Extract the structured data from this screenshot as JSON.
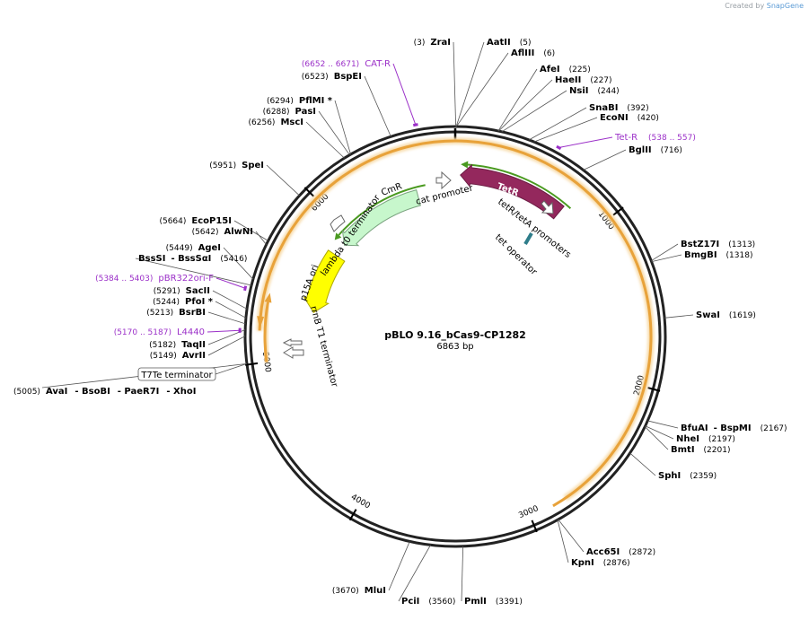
{
  "credit": {
    "prefix": "Created by",
    "brand": "SnapGene"
  },
  "plasmid": {
    "name": "pBLO 9.16_bCas9-CP1282",
    "length_label": "6863 bp",
    "length": 6863
  },
  "ticks": [
    "1000",
    "2000",
    "3000",
    "4000",
    "5000",
    "6000"
  ],
  "sites": [
    {
      "name": "ZraI",
      "pos": "(3)"
    },
    {
      "name": "AatII",
      "pos": "(5)"
    },
    {
      "name": "AflIII",
      "pos": "(6)"
    },
    {
      "name": "AfeI",
      "pos": "(225)"
    },
    {
      "name": "HaeII",
      "pos": "(227)"
    },
    {
      "name": "NsiI",
      "pos": "(244)"
    },
    {
      "name": "SnaBI",
      "pos": "(392)"
    },
    {
      "name": "EcoNI",
      "pos": "(420)"
    },
    {
      "name": "BglII",
      "pos": "(716)"
    },
    {
      "name": "BstZ17I",
      "pos": "(1313)"
    },
    {
      "name": "BmgBI",
      "pos": "(1318)"
    },
    {
      "name": "SwaI",
      "pos": "(1619)"
    },
    {
      "name": "BfuAI",
      "name2": "BspMI",
      "pos": "(2167)"
    },
    {
      "name": "NheI",
      "pos": "(2197)"
    },
    {
      "name": "BmtI",
      "pos": "(2201)"
    },
    {
      "name": "SphI",
      "pos": "(2359)"
    },
    {
      "name": "Acc65I",
      "pos": "(2872)"
    },
    {
      "name": "KpnI",
      "pos": "(2876)"
    },
    {
      "name": "PmlI",
      "pos": "(3391)"
    },
    {
      "name": "PciI",
      "pos": "(3560)"
    },
    {
      "name": "MluI",
      "pos": "(3670)"
    },
    {
      "name": "AvaI",
      "name2": "BsoBI",
      "name3": "PaeR7I",
      "name4": "XhoI",
      "pos": "(5005)"
    },
    {
      "name": "AvrII",
      "pos": "(5149)"
    },
    {
      "name": "TaqII",
      "pos": "(5182)"
    },
    {
      "name": "BsrBI",
      "pos": "(5213)"
    },
    {
      "name": "PfoI *",
      "pos": "(5244)"
    },
    {
      "name": "SacII",
      "pos": "(5291)"
    },
    {
      "name": "BssSI",
      "name2": "BssSαI",
      "pos": "(5416)"
    },
    {
      "name": "AgeI",
      "pos": "(5449)"
    },
    {
      "name": "AlwNI",
      "pos": "(5642)"
    },
    {
      "name": "EcoP15I",
      "pos": "(5664)"
    },
    {
      "name": "SpeI",
      "pos": "(5951)"
    },
    {
      "name": "MscI",
      "pos": "(6256)"
    },
    {
      "name": "PasI",
      "pos": "(6288)"
    },
    {
      "name": "PflMI *",
      "pos": "(6294)"
    },
    {
      "name": "BspEI",
      "pos": "(6523)"
    }
  ],
  "primers": [
    {
      "name": "CAT-R",
      "pos": "(6652 .. 6671)"
    },
    {
      "name": "Tet-R",
      "pos": "(538 .. 557)"
    },
    {
      "name": "pBR322ori-F",
      "pos": "(5384 .. 5403)"
    },
    {
      "name": "L4440",
      "pos": "(5170 .. 5187)"
    }
  ],
  "terminator_box": "T7Te terminator",
  "features": {
    "tetR": "TetR",
    "cmR": "CmR",
    "p15a": "p15A ori",
    "cat_promoter": "cat promoter",
    "tet_promoters": "tetR/tetA promoters",
    "tet_operator": "tet operator",
    "lambda_term": "lambda t0 terminator",
    "rrnb_term": "rrnB T1 terminator"
  },
  "colors": {
    "backbone": "#222222",
    "orange_arc": "#e8a23a",
    "orange_glow": "#f7d9a4",
    "tetR": "#94285d",
    "cmR": "#c7f7cc",
    "p15a": "#ffff00",
    "green_line": "#4a9a20",
    "primer": "#9b30c8",
    "operator": "#2e7d8a"
  }
}
